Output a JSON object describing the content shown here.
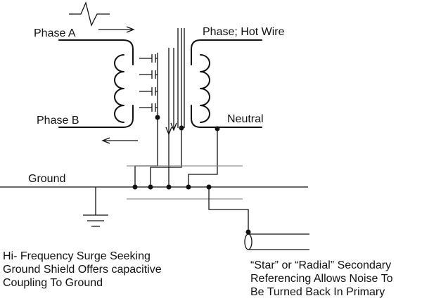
{
  "labels": {
    "phase_a": "Phase A",
    "phase_b": "Phase B",
    "phase_hot": "Phase; Hot Wire",
    "neutral": "Neutral",
    "ground": "Ground"
  },
  "notes": {
    "left": [
      "Hi- Frequency Surge Seeking",
      "Ground Shield Offers capacitive",
      "Coupling To Ground"
    ],
    "right": [
      "“Star” or “Radial” Secondary",
      "Referencing Allows Noise To",
      "Be Turned Back In Primary"
    ]
  },
  "colors": {
    "line": "#111111",
    "shield": "#777777",
    "background": "#ffffff"
  }
}
